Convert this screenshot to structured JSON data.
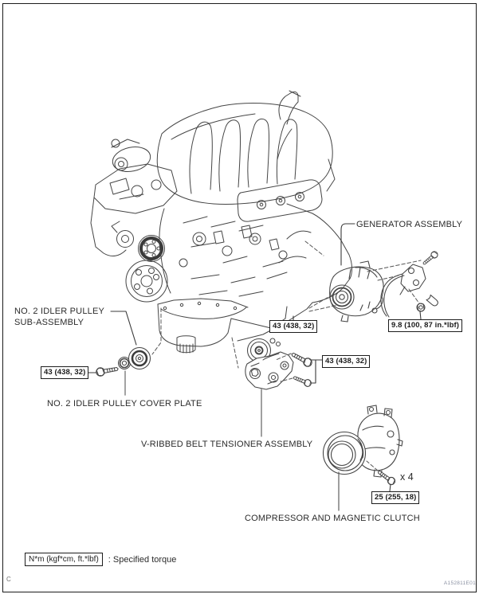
{
  "figure": {
    "id_code": "A152811E01",
    "corner_mark": "C"
  },
  "labels": {
    "generator": "GENERATOR ASSEMBLY",
    "idler_pulley_line1": "NO. 2 IDLER PULLEY",
    "idler_pulley_line2": "SUB-ASSEMBLY",
    "idler_cover_plate": "NO. 2 IDLER PULLEY COVER PLATE",
    "tensioner": "V-RIBBED BELT TENSIONER ASSEMBLY",
    "compressor": "COMPRESSOR AND MAGNETIC CLUTCH",
    "bolt_count": "x 4"
  },
  "torques": {
    "idler_bolt": "43 (438, 32)",
    "generator_bolt": "43 (438, 32)",
    "tensioner_bolts": "43 (438, 32)",
    "bracket_nut": "9.8 (100, 87 in.*lbf)",
    "compressor_bolts": "25 (255, 18)"
  },
  "legend": {
    "unit": "N*m (kgf*cm, ft.*lbf)",
    "caption": ": Specified torque"
  },
  "colors": {
    "line_art": "#454545",
    "border": "#1c1c1c",
    "leader_gray": "#8c8c8c",
    "text": "#2b2b2b"
  }
}
